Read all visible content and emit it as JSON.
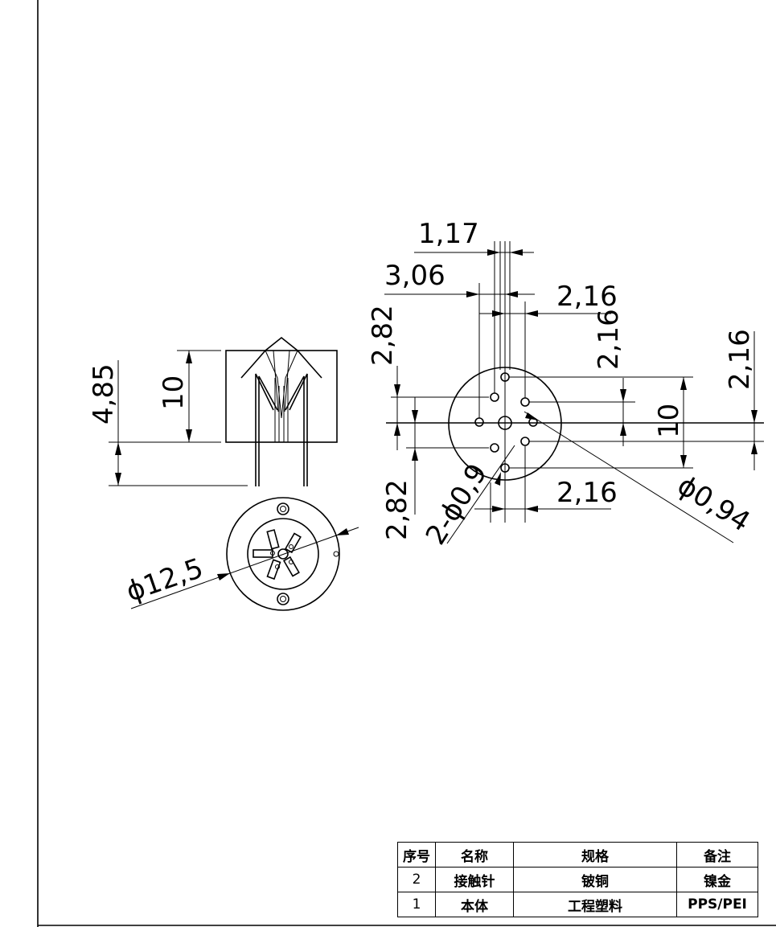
{
  "drawing": {
    "side_view": {
      "dims": {
        "height_total": "4,85",
        "height_body": "10"
      }
    },
    "bottom_view": {
      "dims": {
        "diameter": "ϕ12,5"
      }
    },
    "pin_view": {
      "dims": {
        "pitch_small": "1,17",
        "span_3_06": "3,06",
        "span_2_16_top": "2,16",
        "vert_2_82_top": "2,82",
        "vert_2_16_left": "2,16",
        "vert_2_16_right": "2,16",
        "vert_10": "10",
        "span_2_16_bottom": "2,16",
        "vert_2_82_bottom": "2,82",
        "hole_small": "2-ϕ0,9",
        "hole_large": "ϕ0,94"
      }
    }
  },
  "bom": {
    "headers": [
      "序号",
      "名称",
      "规格",
      "备注"
    ],
    "rows": [
      {
        "no": "2",
        "name": "接触针",
        "spec": "铍铜",
        "note": "镍金"
      },
      {
        "no": "1",
        "name": "本体",
        "spec": "工程塑料",
        "note": "PPS/PEI"
      }
    ]
  }
}
